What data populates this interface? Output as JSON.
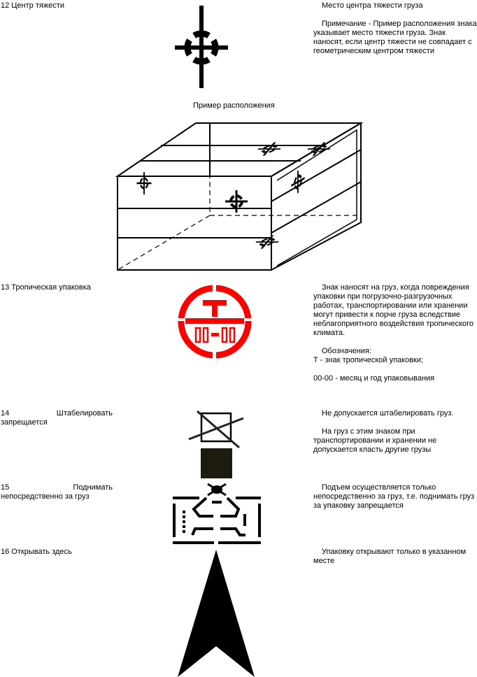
{
  "sections": [
    {
      "label": "12 Центр тяжести",
      "title": "Место центра тяжести груза",
      "note": "Примечание - Пример расположения знака указывает место тяжести груза. Знак наносят, если центр тяжести не совпадает с геометрическим центром тяжести",
      "example_caption": "Пример расположения",
      "icon": "center-of-gravity-icon"
    },
    {
      "label": "13 Тропическая упаковка",
      "desc": "Знак наносят на груз, когда повреждения упаковки при погрузочно-разгрузочных работах, транспортировании или хранении могут привести к порче груза вследствие неблагоприятного воздействия тропического климата.",
      "legend_title": "Обозначения:",
      "legend_t": "Т - знак тропической упаковки;",
      "legend_date": "00-00 - месяц и год упаковывания",
      "icon": "tropical-packaging-icon",
      "icon_color": "#ff0000"
    },
    {
      "label_1": "14",
      "label_2": "Штабелировать",
      "label_3": "запрещается",
      "desc_1": "Не допускается штабелировать груз.",
      "desc_2": "На груз с этим знаком при транспортировании и хранении не допускается класть другие грузы",
      "icon": "do-not-stack-icon"
    },
    {
      "label_1": "15",
      "label_2": "Поднимать",
      "label_3": "непосредственно за груз",
      "desc": "Подъем осуществляется только непосредственно за груз, т.е. поднимать груз за упаковку запрещается",
      "icon": "lift-by-cargo-icon"
    },
    {
      "label": "16 Открывать здесь",
      "desc": "Упаковку открывают только в указанном месте",
      "icon": "open-here-arrow-icon"
    }
  ]
}
